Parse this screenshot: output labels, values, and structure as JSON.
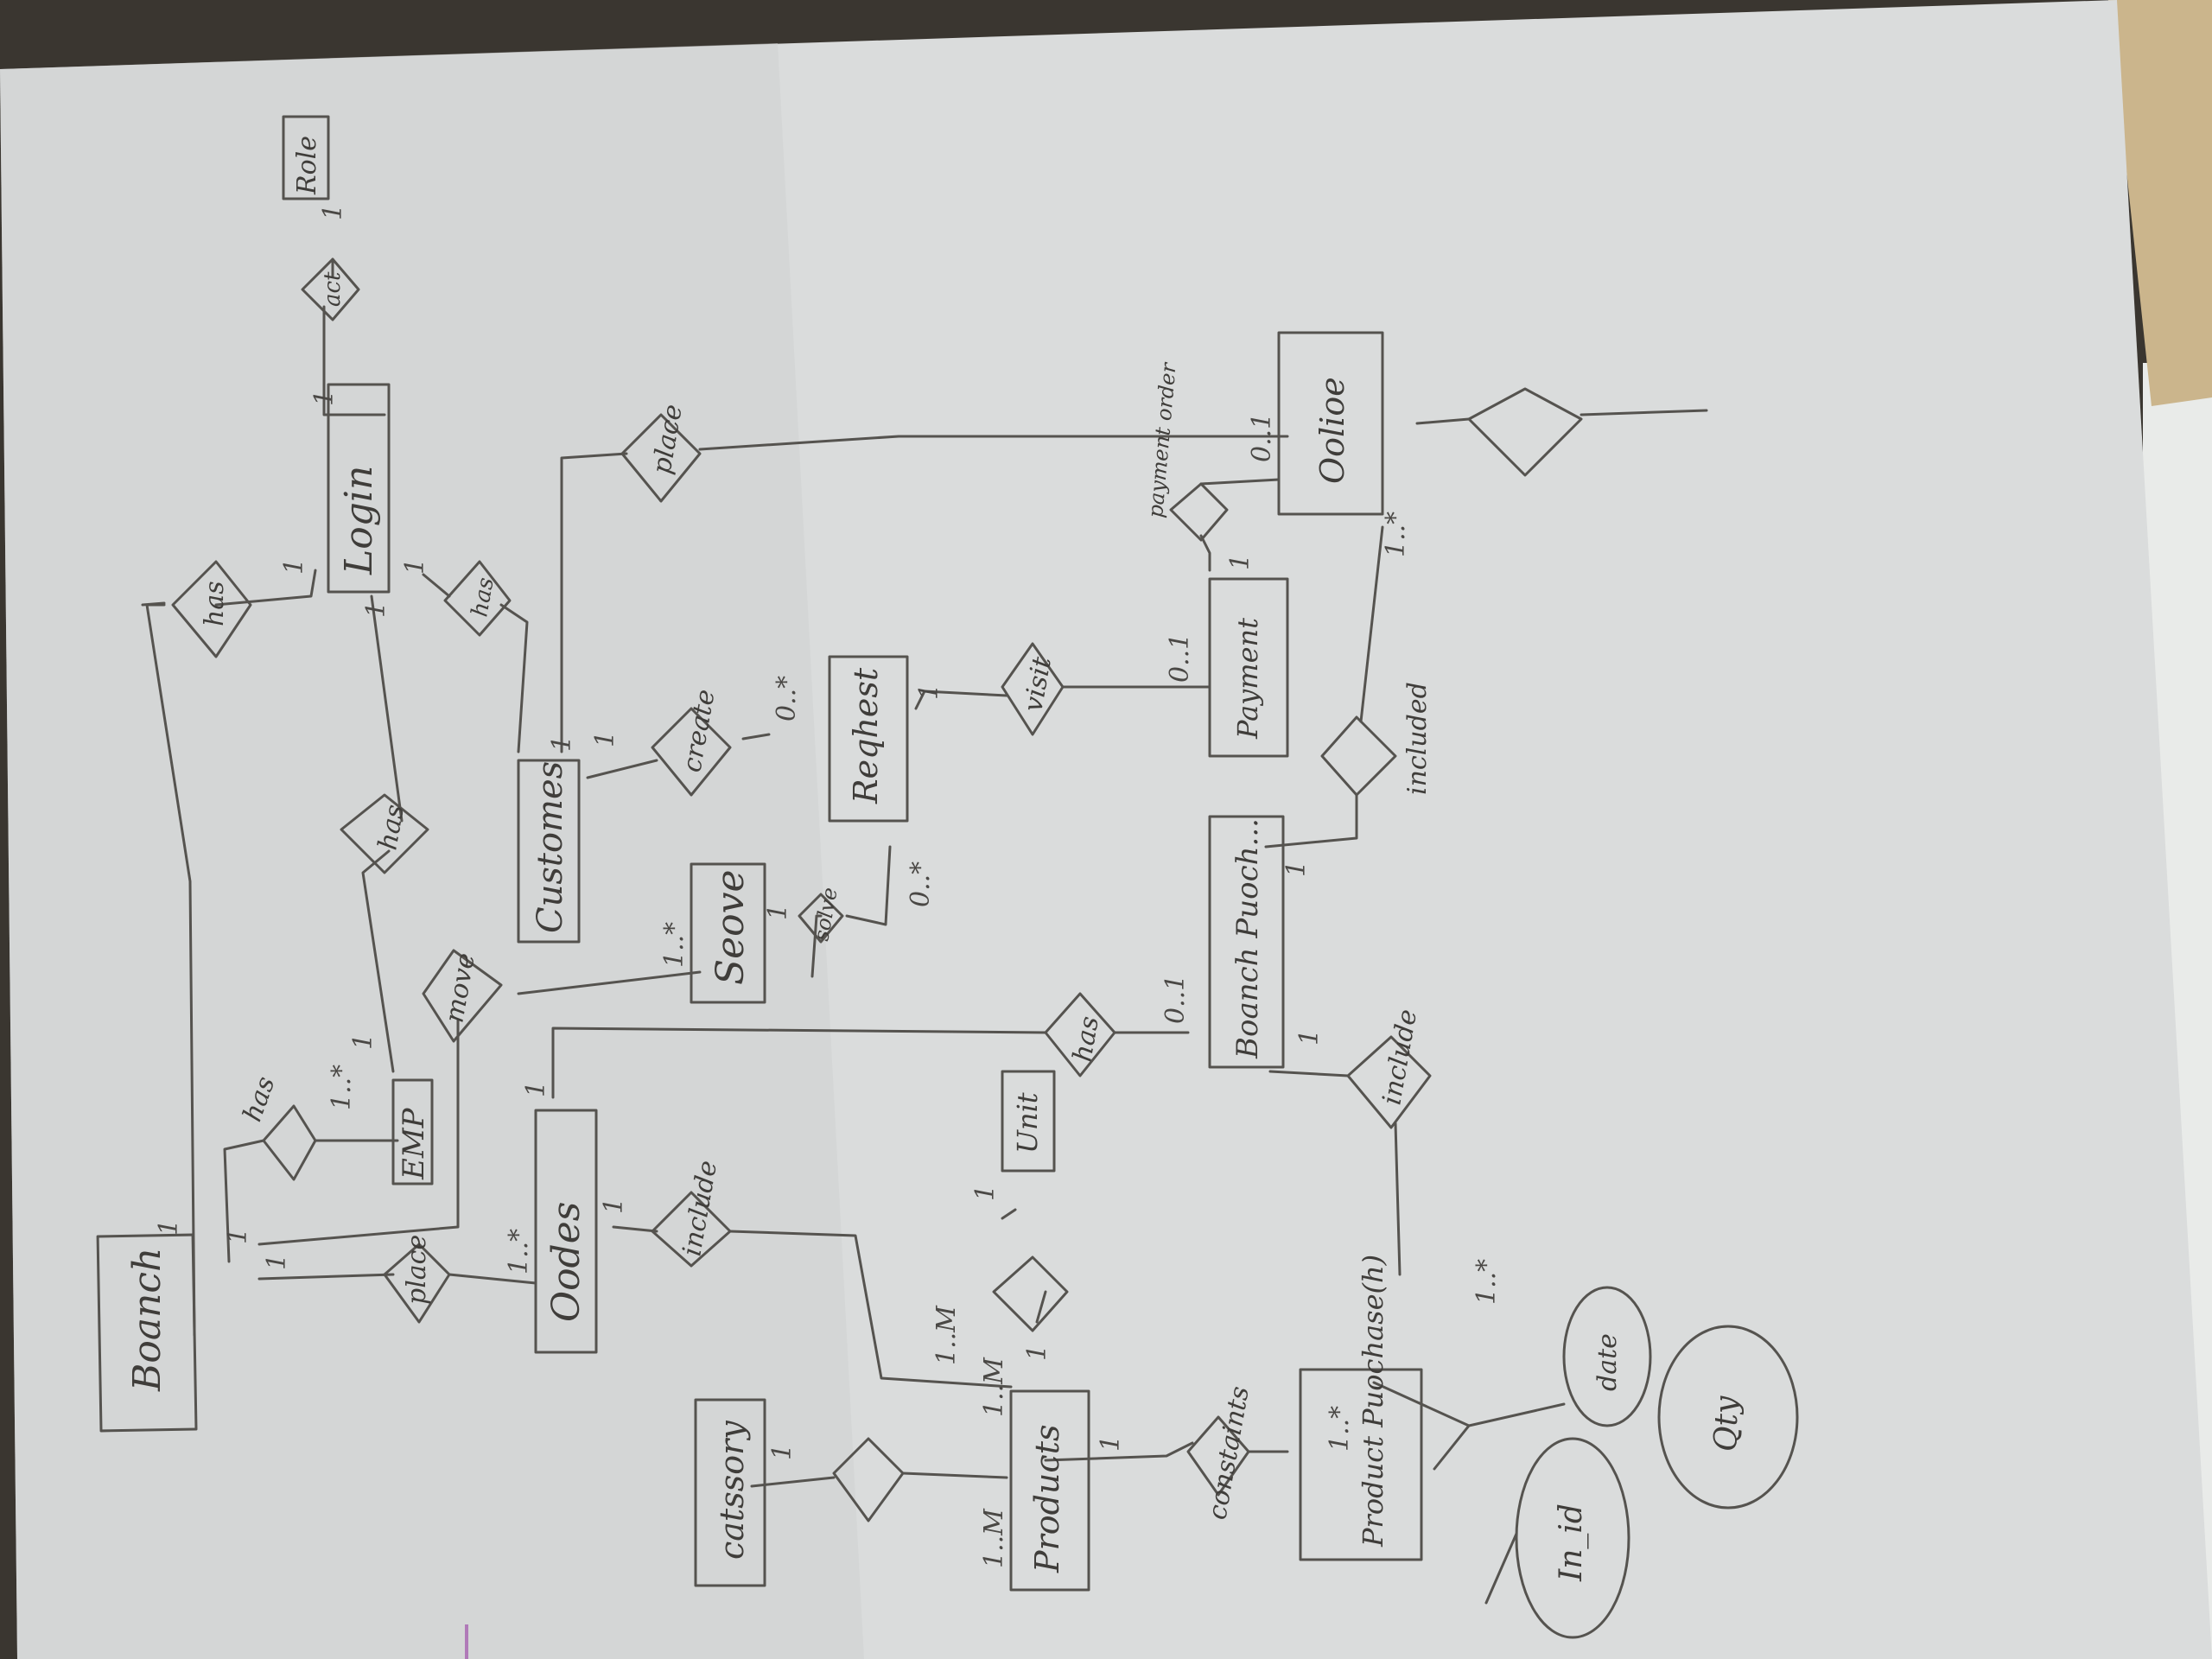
{
  "entities": {
    "branch": "Boanch",
    "emp": "EMP",
    "login": "Login",
    "role": "Role",
    "customer": "Customes",
    "order": "Oodes",
    "serve": "Seove",
    "request": "Reqhest",
    "payment": "Payment",
    "online_order": "Oolioe",
    "branch_purchase": "Boanch Puoch...",
    "category": "catssory",
    "products": "Products",
    "unit": "Unit",
    "product_purchase": "Product Puochase(h)"
  },
  "relationships": {
    "branch_emp": "has",
    "branch_login": "has",
    "emp_login": "has",
    "customer_login": "has",
    "login_role": "act",
    "branch_order": "place",
    "emp_serve": "move",
    "customer_request": "create",
    "serve_request": "solve",
    "customer_online": "place",
    "request_payment": "visit",
    "payment_online": "payment order",
    "order_products": "include",
    "order_branch_purchase": "has",
    "branch_purchase_product_purchase": "include",
    "branch_purchase_online": "included",
    "products_product_purchase": "constaints"
  },
  "cardinalities": {
    "branch_top": "1",
    "branch_a": "1",
    "branch_b": "1",
    "emp_a": "1..*",
    "emp_b": "1",
    "login_a": "1",
    "login_b": "1",
    "login_c": "1",
    "login_role_left": "1",
    "login_role_right": "1",
    "customer_a": "1",
    "customer_b": "1",
    "order_a": "1..*",
    "order_b": "1",
    "order_c": "1",
    "serve_a": "1..*",
    "serve_b": "1",
    "request_a": "0..*",
    "request_b": "1",
    "request_c": "0..*",
    "payment_a": "0..1",
    "online_a": "0..1",
    "online_b": "1..*",
    "bp_a": "0..1",
    "bp_b": "1",
    "bp_c": "1",
    "products_a": "1..M",
    "products_b": "1..M",
    "products_c": "1..M",
    "products_d": "1",
    "products_e": "1",
    "category_a": "1",
    "unit_a": "1",
    "pp_a": "1..*",
    "pp_b": "1..*",
    "payment_b": "1"
  },
  "attributes": {
    "in_id": "In_id",
    "date": "date",
    "qty": "Qty"
  }
}
